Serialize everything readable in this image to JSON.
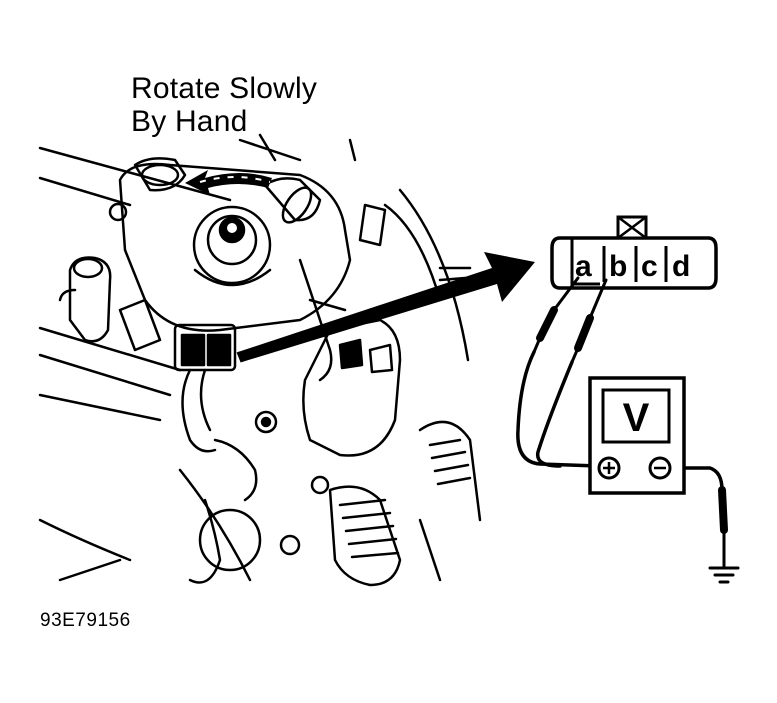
{
  "caption": {
    "line1": "Rotate Slowly",
    "line2": "By Hand"
  },
  "figure_id": "93E79156",
  "connector": {
    "pins": [
      "a",
      "b",
      "c",
      "d"
    ]
  },
  "voltmeter": {
    "display": "V",
    "positive_terminal": "+",
    "negative_terminal": "−"
  },
  "icons": [
    "rotation-arrow-icon",
    "pointer-arrow-icon",
    "ground-symbol-icon"
  ]
}
